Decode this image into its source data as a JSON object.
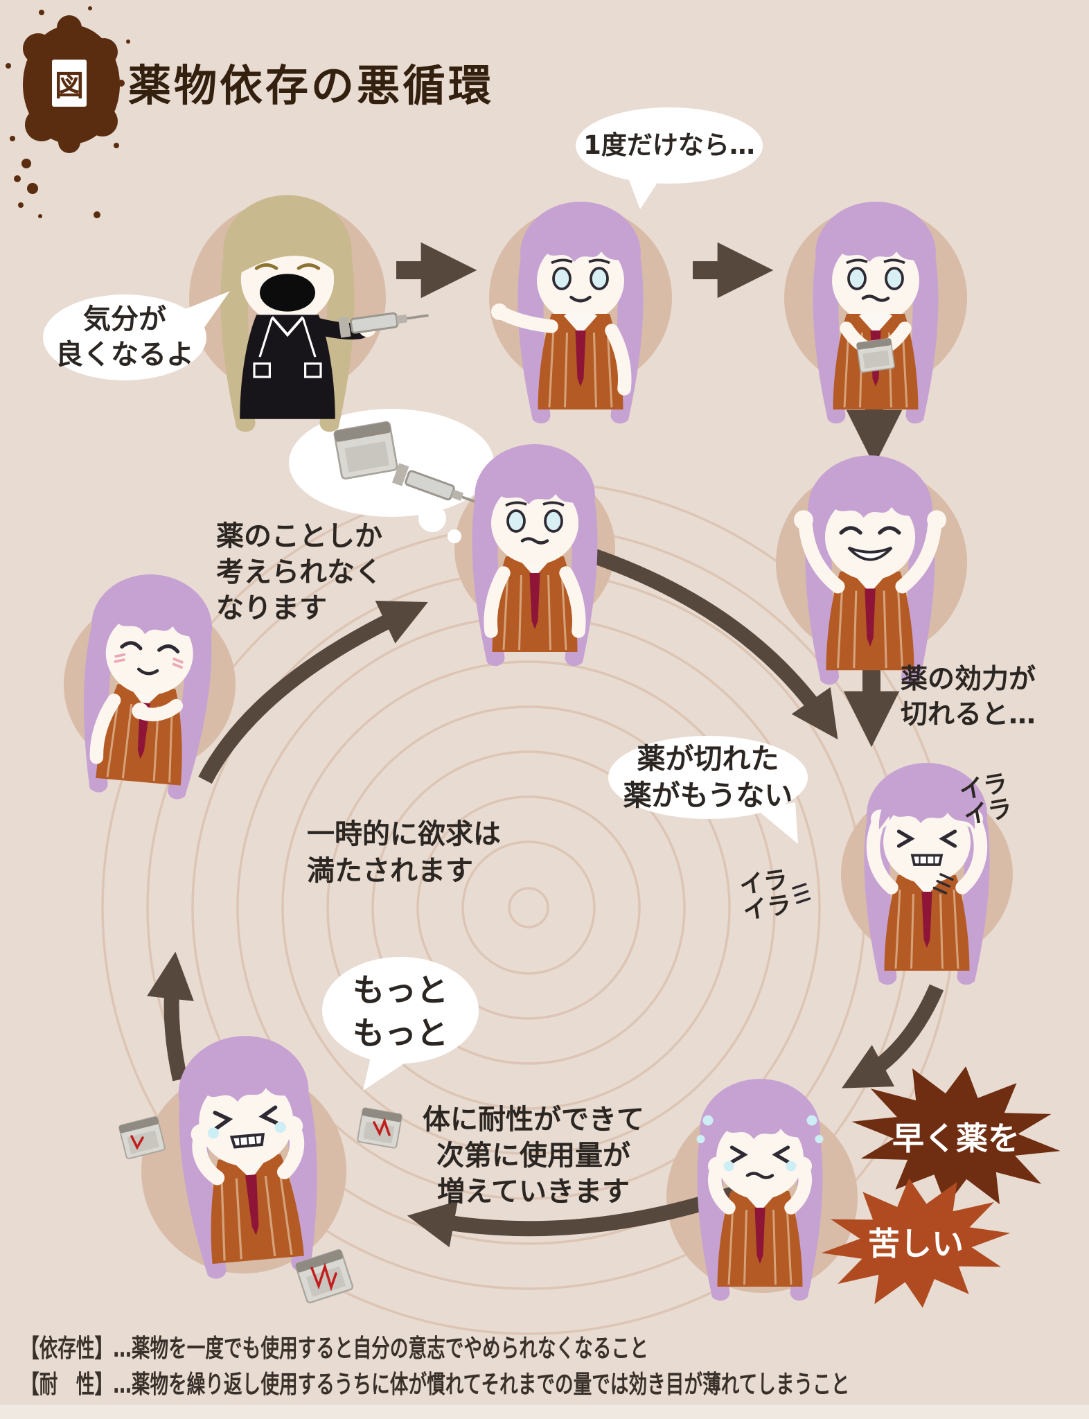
{
  "title": {
    "badge": "図",
    "text": "薬物依存の悪循環"
  },
  "labels": {
    "bubble_dealer": "気分が\n良くなるよ",
    "bubble_once": "1度だけなら…",
    "effect_wearoff": "薬の効力が\n切れると…",
    "bubble_out_of_drug": "薬が切れた\n薬がもうない",
    "irritation_right": "イラ\nイラ",
    "irritation_left": "イラ\nイラ",
    "craving": "薬のことしか\n考えられなく\nなります",
    "satisfied": "一時的に欲求は\n満たされます",
    "bubble_more": "もっと\nもっと",
    "tolerance": "体に耐性ができて\n次第に使用量が\n増えていきます",
    "burst_hurry": "早く薬を",
    "burst_pain": "苦しい",
    "footnote_dependence": "【依存性】…薬物を一度でも使用すると自分の意志でやめられなくなること",
    "footnote_tolerance": "【耐　性】…薬物を繰り返し使用するうちに体が慣れてそれまでの量では効き目が薄れてしまうこと"
  },
  "colors": {
    "background": "#e8dbd1",
    "character_circle": "#d8bca8",
    "ripple_line": "#dcc5b5",
    "arrow": "#57483d",
    "text": "#2b2622",
    "title": "#33200f",
    "splatter": "#5a2c10",
    "burst_dark": "#6f2e12",
    "burst_light": "#b04b21",
    "bubble": "#ffffff",
    "hair_girl": "#c6a2d3",
    "hair_dealer": "#c9b98f",
    "vest": "#b45a24",
    "tie": "#8e1538"
  }
}
